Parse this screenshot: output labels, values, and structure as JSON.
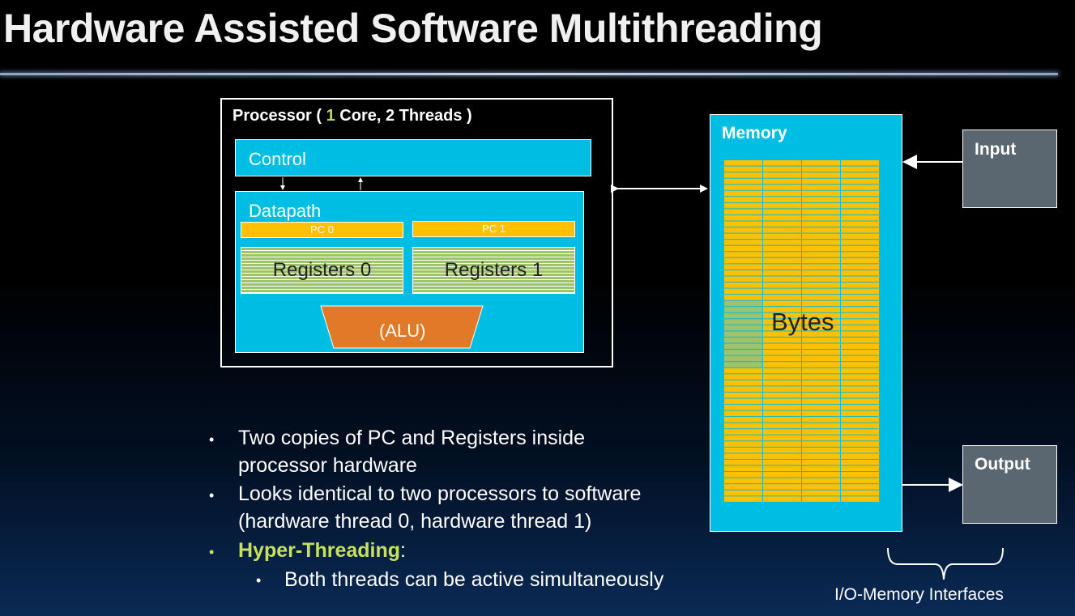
{
  "title": "Hardware Assisted Software Multithreading",
  "processor": {
    "label_pre": "Processor ( ",
    "label_num": "1",
    "label_post": " Core, 2 Threads )",
    "control": "Control",
    "datapath": "Datapath",
    "pc0": "PC 0",
    "pc1": "PC 1",
    "registers0": "Registers 0",
    "registers1": "Registers 1",
    "alu": "(ALU)"
  },
  "memory": {
    "label": "Memory",
    "bytes": "Bytes"
  },
  "io": {
    "input": "Input",
    "output": "Output",
    "interfaces": "I/O-Memory Interfaces"
  },
  "bullets": [
    {
      "line1": "Two copies of PC and Registers inside",
      "line2": "processor hardware"
    },
    {
      "line1": "Looks identical to two processors to software",
      "line2": "(hardware thread 0, hardware thread 1)"
    },
    {
      "highlight": "Hyper-Threading",
      "suffix": ":"
    },
    {
      "sub": "Both threads can be active simultaneously"
    }
  ],
  "colors": {
    "cyan": "#00bde3",
    "orange": "#ffc000",
    "alu": "#e07a28",
    "green": "#9ec36a",
    "highlight": "#c6e060",
    "io_box": "#5a6770"
  }
}
